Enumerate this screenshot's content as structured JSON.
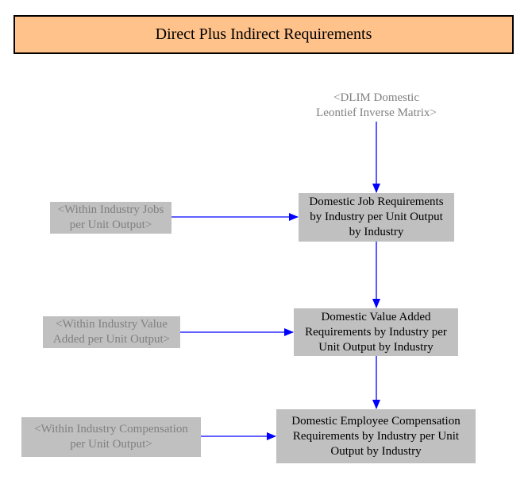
{
  "title": "Direct Plus Indirect Requirements",
  "colors": {
    "title_fill": "#ffc28a",
    "node_fill": "#c0c0c0",
    "shadow_text": "#808080",
    "arrow": "#0000ff"
  },
  "nodes": {
    "dlim": "<DLIM Domestic\nLeontief Inverse Matrix>",
    "jobs_input": "<Within Industry Jobs\nper Unit Output>",
    "va_input": "<Within Industry Value\nAdded per Unit Output>",
    "comp_input": "<Within Industry Compensation\nper Unit Output>",
    "jobs_req": "Domestic Job Requirements\nby Industry per Unit Output\nby Industry",
    "va_req": "Domestic Value Added\nRequirements by Industry per\nUnit Output by Industry",
    "comp_req": "Domestic Employee Compensation\nRequirements by Industry per Unit\nOutput by Industry"
  }
}
